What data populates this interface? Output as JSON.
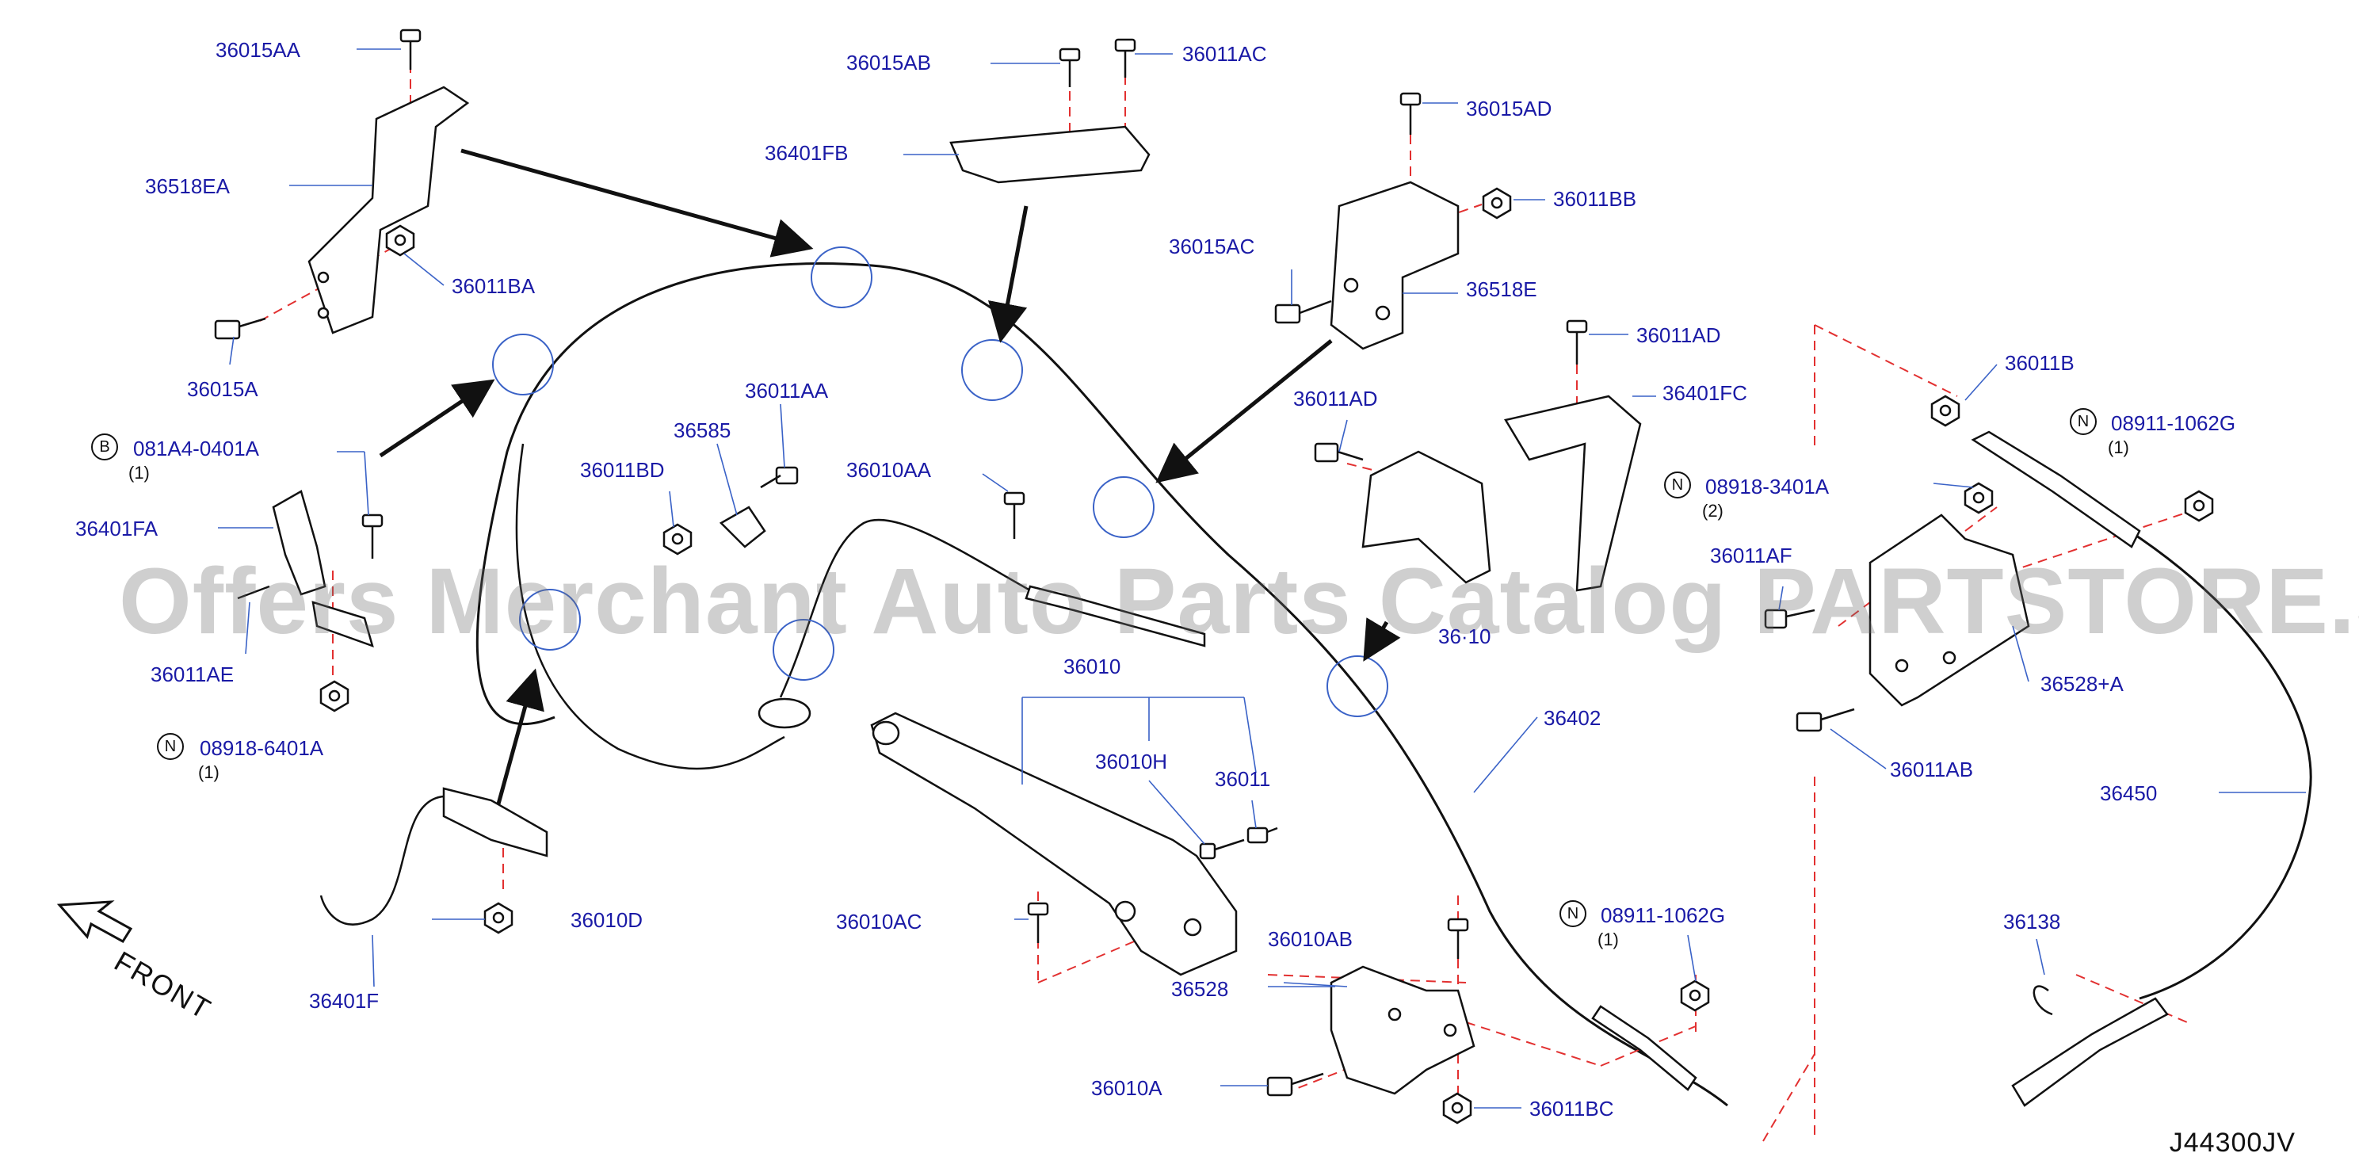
{
  "watermark": "Offers Merchant Auto Parts Catalog PARTSTORE.SA",
  "direction_label": "FRONT",
  "diagram_code": "J44300JV",
  "colors": {
    "label": "#1a1aa6",
    "line": "#111111",
    "callout_circle": "#3a62c7",
    "dashed": "#e23030"
  },
  "part_labels": {
    "p36015AA": "36015AA",
    "p36518EA": "36518EA",
    "p36011BA": "36011BA",
    "p36015A": "36015A",
    "p36015AB": "36015AB",
    "p36011AC": "36011AC",
    "p36401FB": "36401FB",
    "p36015AD": "36015AD",
    "p36011BB": "36011BB",
    "p36015AC": "36015AC",
    "p36518E": "36518E",
    "p36011AD_1": "36011AD",
    "p36401FC": "36401FC",
    "p36011AD_2": "36011AD",
    "p36011B": "36011B",
    "p36011AA": "36011AA",
    "p36585": "36585",
    "p36011BD": "36011BD",
    "p36010AA": "36010AA",
    "p36401FA": "36401FA",
    "p36011AE": "36011AE",
    "p36010": "36010",
    "p36010H": "36010H",
    "p36011": "36011",
    "p36402": "36402",
    "p36011AF": "36011AF",
    "p36528A": "36528+A",
    "p36011AB": "36011AB",
    "p36450": "36450",
    "p36010AC": "36010AC",
    "p36528": "36528",
    "p36010AB": "36010AB",
    "p36010A": "36010A",
    "p36011BC": "36011BC",
    "p36138": "36138",
    "p36010D": "36010D",
    "p36401F": "36401F",
    "p36010_partial": "36·10"
  },
  "special_parts": [
    {
      "badge": "B",
      "number": "081A4-0401A",
      "qty": "(1)"
    },
    {
      "badge": "N",
      "number": "08918-6401A",
      "qty": "(1)"
    },
    {
      "badge": "N",
      "number": "08918-3401A",
      "qty": "(2)"
    },
    {
      "badge": "N",
      "number": "08911-1062G",
      "qty": "(1)"
    },
    {
      "badge": "N",
      "number": "08911-1062G",
      "qty": "(1)"
    }
  ]
}
